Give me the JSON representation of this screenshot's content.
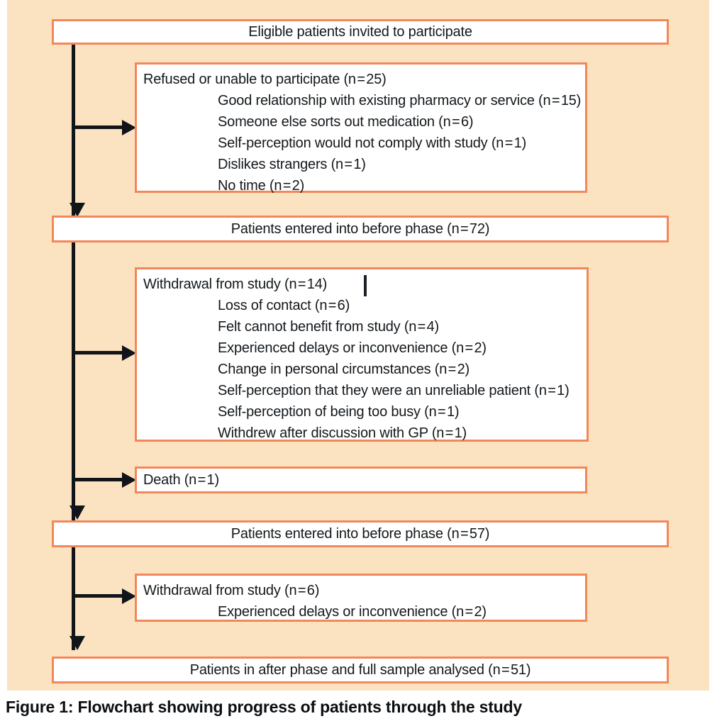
{
  "figure": {
    "caption": "Figure 1: Flowchart showing progress of patients through the study",
    "background_color": "#fbe3c2",
    "box_border_color": "#f2875a",
    "box_fill_color": "#ffffff",
    "connector_color": "#111418"
  },
  "chart_data": {
    "type": "diagram",
    "title": "Figure 1: Flowchart showing progress of patients through the study",
    "nodes": [
      {
        "id": "invited",
        "kind": "main",
        "lines": [
          {
            "text": "Eligible patients invited to participate",
            "indent": 0
          }
        ]
      },
      {
        "id": "refused",
        "kind": "side",
        "lines": [
          {
            "text": "Refused or unable to participate (n=25)",
            "indent": 0
          },
          {
            "text": "Good relationship with existing pharmacy or service (n=15)",
            "indent": 1
          },
          {
            "text": "Someone else sorts out medication (n=6)",
            "indent": 1
          },
          {
            "text": "Self-perception would not comply with study (n=1)",
            "indent": 1
          },
          {
            "text": "Dislikes strangers (n=1)",
            "indent": 1
          },
          {
            "text": "No time (n=2)",
            "indent": 1
          }
        ]
      },
      {
        "id": "before-phase-72",
        "kind": "main",
        "lines": [
          {
            "text": "Patients entered into before phase (n=72)",
            "indent": 0
          }
        ]
      },
      {
        "id": "withdrawal-14",
        "kind": "side",
        "lines": [
          {
            "text": "Withdrawal from study (n=14)",
            "indent": 0
          },
          {
            "text": "Loss of contact (n=6)",
            "indent": 1
          },
          {
            "text": "Felt cannot benefit from study (n=4)",
            "indent": 1
          },
          {
            "text": "Experienced delays or inconvenience (n=2)",
            "indent": 1
          },
          {
            "text": "Change in personal circumstances (n=2)",
            "indent": 1
          },
          {
            "text": "Self-perception that they were an unreliable patient (n=1)",
            "indent": 1
          },
          {
            "text": "Self-perception of being too busy (n=1)",
            "indent": 1
          },
          {
            "text": "Withdrew after discussion with GP (n=1)",
            "indent": 1
          }
        ]
      },
      {
        "id": "death",
        "kind": "side",
        "lines": [
          {
            "text": "Death (n=1)",
            "indent": 0
          }
        ]
      },
      {
        "id": "before-phase-57",
        "kind": "main",
        "lines": [
          {
            "text": "Patients entered into before phase (n=57)",
            "indent": 0
          }
        ]
      },
      {
        "id": "withdrawal-6",
        "kind": "side",
        "lines": [
          {
            "text": "Withdrawal from study (n=6)",
            "indent": 0
          },
          {
            "text": "Experienced delays or inconvenience (n=2)",
            "indent": 1
          }
        ]
      },
      {
        "id": "after-phase-51",
        "kind": "main",
        "lines": [
          {
            "text": "Patients in after phase and full sample analysed (n=51)",
            "indent": 0
          }
        ]
      }
    ],
    "edges": [
      {
        "from": "invited",
        "to": "refused",
        "style": "branch-right"
      },
      {
        "from": "invited",
        "to": "before-phase-72",
        "style": "down"
      },
      {
        "from": "before-phase-72",
        "to": "withdrawal-14",
        "style": "branch-right"
      },
      {
        "from": "before-phase-72",
        "to": "death",
        "style": "branch-right"
      },
      {
        "from": "before-phase-72",
        "to": "before-phase-57",
        "style": "down"
      },
      {
        "from": "before-phase-57",
        "to": "withdrawal-6",
        "style": "branch-right"
      },
      {
        "from": "before-phase-57",
        "to": "after-phase-51",
        "style": "down"
      }
    ]
  },
  "boxes": {
    "invited": {
      "l0": "Eligible patients invited to participate"
    },
    "refused": {
      "l0": "Refused or unable to participate (n = 25)",
      "l1": "Good relationship with existing pharmacy or service (n = 15)",
      "l2": "Someone else sorts out medication (n = 6)",
      "l3": "Self-perception would not comply with study (n = 1)",
      "l4": "Dislikes strangers (n = 1)",
      "l5": "No time (n = 2)"
    },
    "before72": {
      "l0": "Patients entered into before phase (n = 72)"
    },
    "withdrawal14": {
      "l0": "Withdrawal from study (n = 14)",
      "l1": "Loss of contact (n = 6)",
      "l2": "Felt cannot benefit from study (n = 4)",
      "l3": "Experienced delays or inconvenience (n = 2)",
      "l4": "Change in personal circumstances (n = 2)",
      "l5": "Self-perception that they were an unreliable patient (n = 1)",
      "l6": "Self-perception of being too busy (n = 1)",
      "l7": "Withdrew after discussion with GP (n = 1)"
    },
    "death": {
      "l0": "Death (n = 1)"
    },
    "before57": {
      "l0": "Patients entered into before phase (n = 57)"
    },
    "withdrawal6": {
      "l0": "Withdrawal from study (n = 6)",
      "l1": "Experienced delays or inconvenience (n = 2)"
    },
    "after51": {
      "l0": "Patients in after phase and full sample analysed (n = 51)"
    }
  }
}
